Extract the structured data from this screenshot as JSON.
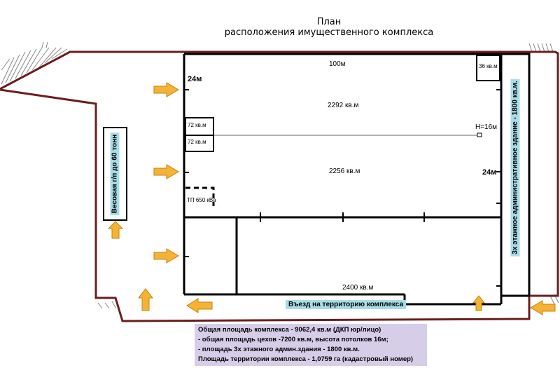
{
  "title": {
    "line1": "План",
    "line2": "расположения имущественного комплекса"
  },
  "dimensions": {
    "top_length": "100м",
    "left_width": "24м",
    "right_width": "24м",
    "ceiling": "Н=16м"
  },
  "areas": {
    "upper_hall": "2292 кв.м",
    "middle_hall": "2256 кв.м",
    "lower_hall": "2400 кв.м",
    "room_a": "72 кв.м",
    "room_b": "72 кв.м",
    "corner_room": "36 кв.м",
    "substation": "ТП 650 кВа"
  },
  "side_labels": {
    "weighbridge": "Весовая г/п до 60 тонн",
    "admin_building": "3х этажное административное здание - 1800 кв.м."
  },
  "entrance_label": "Въезд на территорию комплекса",
  "info": {
    "line1": "Общая площадь комплекса - 9062,4 кв.м (ДКП юр/лицо)",
    "line2": "- общая площадь цехов -7200  кв.м, высота потолков 16м;",
    "line3": "- площадь 3х этажного админ.здания - 1800 кв.м.",
    "line4": "Площадь территории комплекса - 1,0759 га (кадастровый номер)"
  },
  "colors": {
    "boundary": "#6b1e1e",
    "walls": "#000000",
    "arrow_fill": "#f5b335",
    "arrow_stroke": "#c9820f",
    "label_bg": "#a8dde8",
    "info_bg": "#d6cde8"
  }
}
